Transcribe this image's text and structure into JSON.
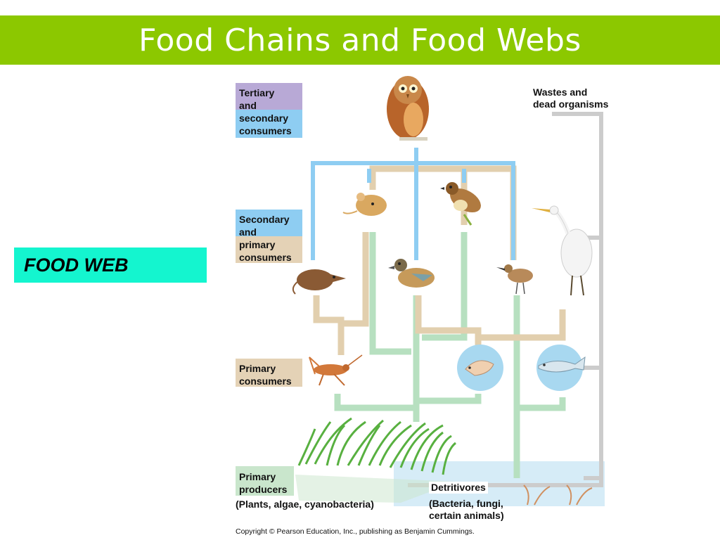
{
  "slide": {
    "title": "Food Chains and Food Webs",
    "side_label": "FOOD WEB"
  },
  "diagram": {
    "levels": {
      "tertiary_line1": "Tertiary",
      "tertiary_line2": "and",
      "tertiary_line3": "secondary",
      "tertiary_line4": "consumers",
      "secondary_line1": "Secondary",
      "secondary_line2": "and",
      "secondary_line3": "primary",
      "secondary_line4": "consumers",
      "primary_consumers_line1": "Primary",
      "primary_consumers_line2": "consumers",
      "producers_line1": "Primary",
      "producers_line2": "producers"
    },
    "wastes_line1": "Wastes and",
    "wastes_line2": "dead organisms",
    "producers_note": "(Plants, algae, cyanobacteria)",
    "detritivores": "Detritivores",
    "detritivores_note_line1": "(Bacteria, fungi,",
    "detritivores_note_line2": "certain animals)",
    "copyright": "Copyright © Pearson Education, Inc., publishing as Benjamin Cummings.",
    "organisms": [
      "owl",
      "mouse",
      "sparrow",
      "egret",
      "shrew",
      "duck",
      "sandpiper",
      "grasshopper",
      "shrimp",
      "fish",
      "grass",
      "water-plants"
    ],
    "colors": {
      "tertiary": "#b8a9d6",
      "secondary": "#8ecdf2",
      "primary": "#e4d2b6",
      "producer": "#c9e6cc",
      "arrow_blue": "#8ecdf2",
      "arrow_tan": "#e2cfae",
      "arrow_green": "#b7e0c0",
      "arrow_gray": "#cccccc"
    }
  }
}
